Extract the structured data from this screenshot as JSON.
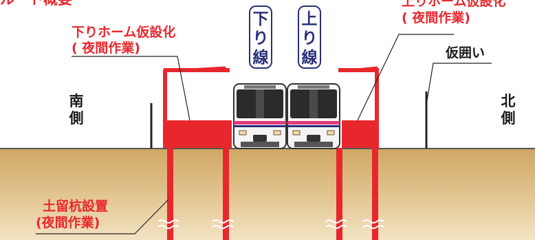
{
  "labels": {
    "heading_partial": "ルート概要",
    "down_platform_line1": "下りホーム仮設化",
    "down_platform_line2": "( 夜間作業)",
    "up_platform_line1": "上りホーム仮設化",
    "up_platform_line2": "( 夜間作業)",
    "temporary_fence": "仮囲い",
    "south_side": "南側",
    "north_side": "北側",
    "down_line": "下り線",
    "up_line": "上り線",
    "retaining_pile_line1": "土留杭設置",
    "retaining_pile_line2": "(夜間作業)"
  },
  "colors": {
    "structure_red": "#e8272d",
    "ground": "#d9b77f",
    "sign_blue": "#2a2f7a",
    "train_livery": "#e03a7a"
  }
}
